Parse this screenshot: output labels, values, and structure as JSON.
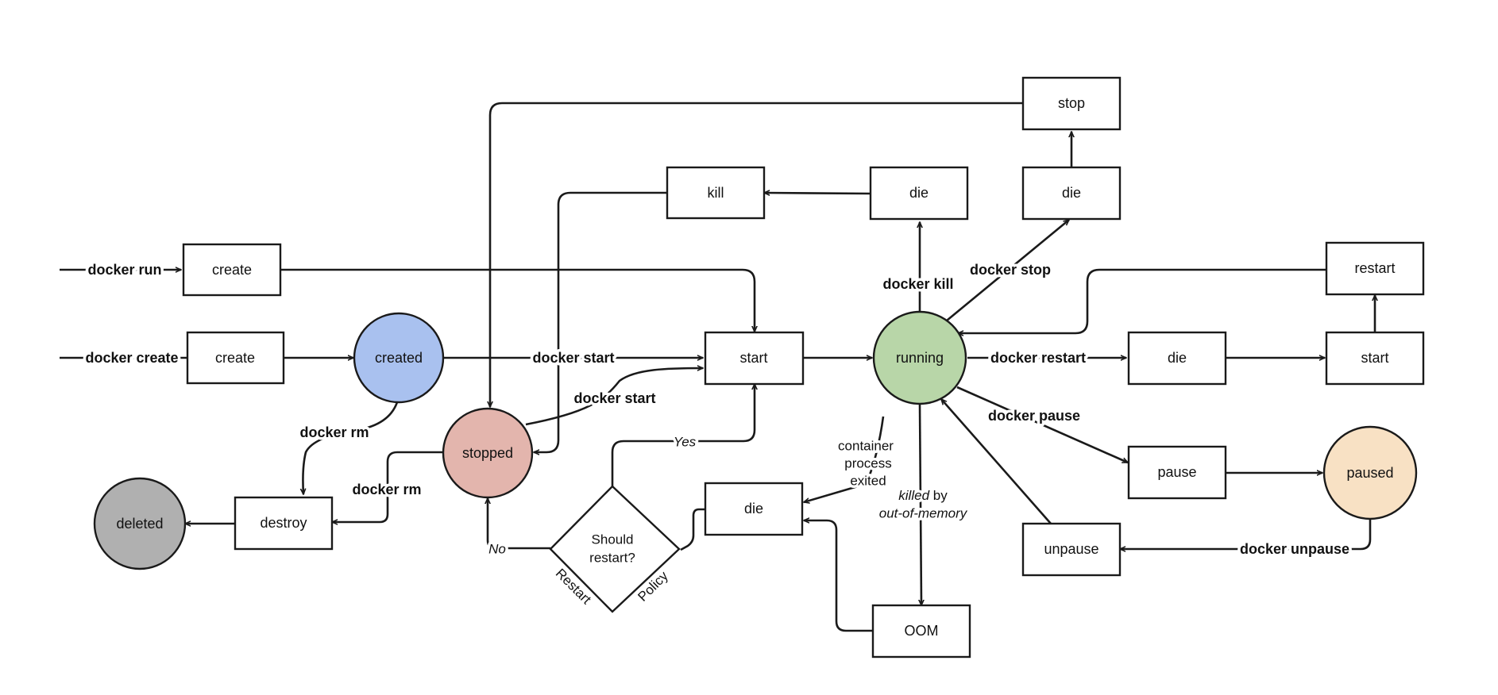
{
  "colors": {
    "created": "#a9c1ef",
    "stopped": "#e3b5ad",
    "running": "#b8d6a8",
    "paused": "#f8e1c4",
    "deleted": "#b0b0b0"
  },
  "states": {
    "created": "created",
    "stopped": "stopped",
    "running": "running",
    "paused": "paused",
    "deleted": "deleted"
  },
  "events": {
    "create_run": "create",
    "create_create": "create",
    "start_main": "start",
    "kill": "kill",
    "die_kill": "die",
    "die_stop": "die",
    "stop": "stop",
    "restart": "restart",
    "die_restart": "die",
    "start_restart": "start",
    "pause": "pause",
    "unpause": "unpause",
    "die_exit": "die",
    "oom": "OOM",
    "destroy": "destroy"
  },
  "decision": {
    "line1": "Should",
    "line2": "restart?",
    "side_left": "Restart",
    "side_right": "Policy",
    "yes": "Yes",
    "no": "No"
  },
  "commands": {
    "docker_run": "docker run",
    "docker_create": "docker create",
    "docker_start": "docker start",
    "docker_start_2": "docker start",
    "docker_rm_created": "docker rm",
    "docker_rm_stopped": "docker rm",
    "docker_kill": "docker kill",
    "docker_stop": "docker stop",
    "docker_restart": "docker restart",
    "docker_pause": "docker pause",
    "docker_unpause": "docker unpause"
  },
  "annotations": {
    "exited_1": "container",
    "exited_2": "process",
    "exited_3": "exited",
    "killed_word": "killed",
    "killed_by": " by",
    "oom_text": "out-of-memory"
  }
}
